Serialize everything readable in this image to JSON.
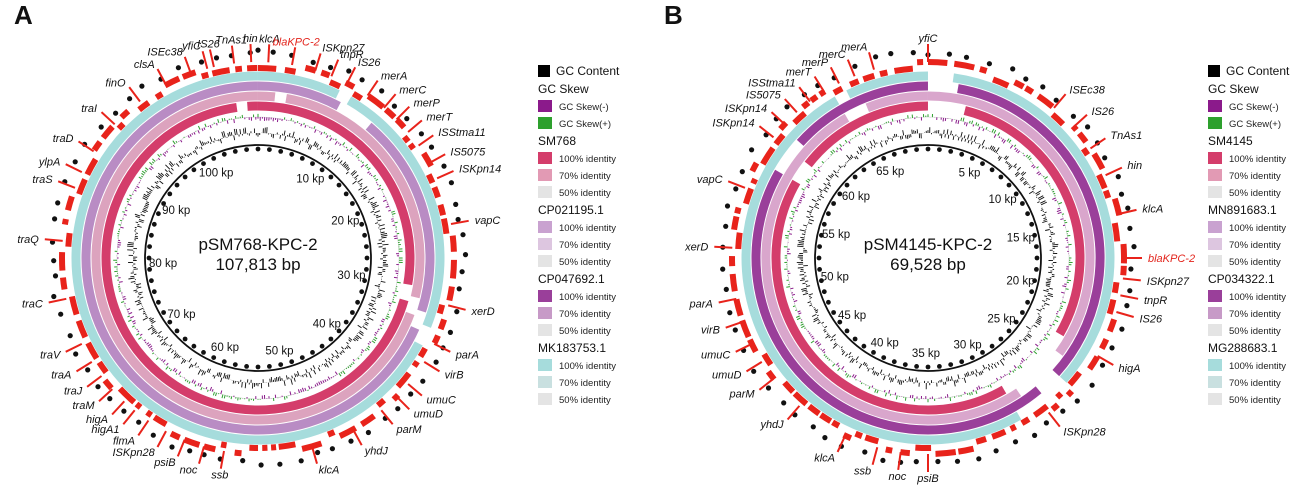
{
  "panels": [
    {
      "letter": "A",
      "name": "pSM768-KPC-2",
      "length": "107,813 bp",
      "kp_labels": [
        "10 kp",
        "20 kp",
        "30 kp",
        "40 kp",
        "50 kp",
        "60 kp",
        "70 kp",
        "80 kp",
        "90 kp",
        "100 kp"
      ],
      "genes": [
        "ISEc38",
        "IS26",
        "TnAs1",
        "hin",
        "klcA",
        "blaKPC-2",
        "ISKpn27",
        "tnpR",
        "IS26",
        "merA",
        "merC",
        "merP",
        "merT",
        "ISStma11",
        "IS5075",
        "ISKpn14",
        "vapC",
        "xerD",
        "parA",
        "virB",
        "umuC",
        "umuD",
        "parM",
        "yhdJ",
        "klcA",
        "ssb",
        "noc",
        "psiB",
        "ISKpn28",
        "flmA",
        "higA1",
        "higA",
        "traM",
        "traJ",
        "traA",
        "traV",
        "traC",
        "traQ",
        "traS",
        "ylpA",
        "traD",
        "traI",
        "finO",
        "clsA",
        "yfiC"
      ],
      "legend": [
        {
          "title": "GC Content",
          "items": []
        },
        {
          "title": "GC Skew",
          "items": [
            "GC Skew(-)",
            "GC Skew(+)"
          ]
        },
        {
          "title": "SM768",
          "items": [
            "100% identity",
            "70% identity",
            "50% identity"
          ]
        },
        {
          "title": "CP021195.1",
          "items": [
            "100% identity",
            "70% identity",
            "50% identity"
          ]
        },
        {
          "title": "CP047692.1",
          "items": [
            "100% identity",
            "70% identity",
            "50% identity"
          ]
        },
        {
          "title": "MK183753.1",
          "items": [
            "100% identity",
            "70% identity",
            "50% identity"
          ]
        }
      ]
    },
    {
      "letter": "B",
      "name": "pSM4145-KPC-2",
      "length": "69,528 bp",
      "kp_labels": [
        "5 kp",
        "10 kp",
        "15 kp",
        "20 kp",
        "25 kp",
        "30 kp",
        "35 kp",
        "40 kp",
        "45 kp",
        "50 kp",
        "55 kp",
        "60 kp",
        "65 kp"
      ],
      "genes": [
        "yfiC",
        "ISEc38",
        "IS26",
        "TnAs1",
        "hin",
        "klcA",
        "blaKPC-2",
        "ISKpn27",
        "tnpR",
        "IS26",
        "higA",
        "ISKpn28",
        "psiB",
        "noc",
        "ssb",
        "klcA",
        "yhdJ",
        "parM",
        "umuD",
        "umuC",
        "virB",
        "parA",
        "xerD",
        "vapC",
        "ISKpn14",
        "ISKpn14",
        "IS5075",
        "ISStma11",
        "merT",
        "merP",
        "merC",
        "merA"
      ],
      "legend": [
        {
          "title": "GC Content",
          "items": []
        },
        {
          "title": "GC Skew",
          "items": [
            "GC Skew(-)",
            "GC Skew(+)"
          ]
        },
        {
          "title": "SM4145",
          "items": [
            "100% identity",
            "70% identity",
            "50% identity"
          ]
        },
        {
          "title": "MN891683.1",
          "items": [
            "100% identity",
            "70% identity",
            "50% identity"
          ]
        },
        {
          "title": "CP034322.1",
          "items": [
            "100% identity",
            "70% identity",
            "50% identity"
          ]
        },
        {
          "title": "MG288683.1",
          "items": [
            "100% identity",
            "70% identity",
            "50% identity"
          ]
        }
      ]
    }
  ],
  "colors": {
    "cds": "#e8231b",
    "gc_content": "#000000",
    "skew_neg": "#8b1a8b",
    "skew_pos": "#2ea02e",
    "ringA": [
      "#d43d6b",
      "#dca3be",
      "#b98cc4",
      "#a6dcdc"
    ],
    "ringB": [
      "#d43d6b",
      "#d9a6cc",
      "#9a3f9a",
      "#a6dcdc"
    ],
    "legend_swatches": {
      "SM768": [
        "#d43d6b",
        "#e29ab4",
        "#e4e4e4"
      ],
      "CP021195.1": [
        "#c9a2d0",
        "#ddc6e0",
        "#e4e4e4"
      ],
      "CP047692.1": [
        "#9a3f9a",
        "#c79ac7",
        "#e4e4e4"
      ],
      "MK183753.1": [
        "#a6dcdc",
        "#c9e0e0",
        "#e4e4e4"
      ],
      "SM4145": [
        "#d43d6b",
        "#e29ab4",
        "#e4e4e4"
      ],
      "MN891683.1": [
        "#c9a2d0",
        "#ddc6e0",
        "#e4e4e4"
      ],
      "CP034322.1": [
        "#9a3f9a",
        "#c79ac7",
        "#e4e4e4"
      ],
      "MG288683.1": [
        "#a6dcdc",
        "#c9e0e0",
        "#e4e4e4"
      ]
    }
  }
}
